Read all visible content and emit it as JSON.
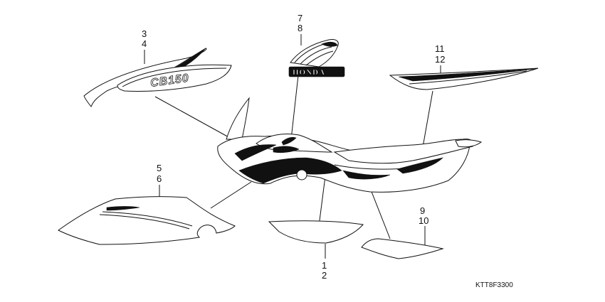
{
  "diagram": {
    "callouts": [
      {
        "id": "c34",
        "top": "3",
        "bottom": "4"
      },
      {
        "id": "c78",
        "top": "7",
        "bottom": "8"
      },
      {
        "id": "c1112",
        "top": "11",
        "bottom": "12"
      },
      {
        "id": "c56",
        "top": "5",
        "bottom": "6"
      },
      {
        "id": "c910",
        "top": "9",
        "bottom": "10"
      },
      {
        "id": "c12",
        "top": "1",
        "bottom": "2"
      }
    ],
    "emblem_text": "HONDA",
    "tank_stripe_text": "CB150",
    "diagram_code": "KTT8F3300"
  }
}
